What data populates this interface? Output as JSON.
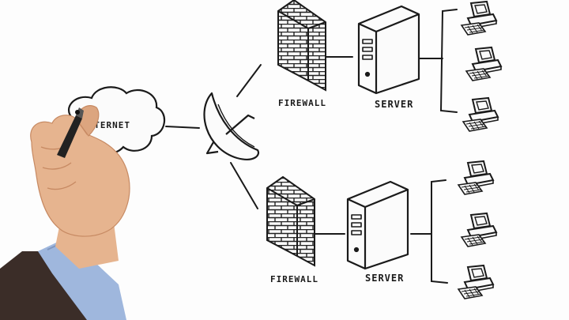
{
  "labels": {
    "internet": "INTERNET",
    "firewall_top": "FIREWALL",
    "server_top": "SERVER",
    "firewall_bottom": "FIREWALL",
    "server_bottom": "SERVER"
  },
  "colors": {
    "ink": "#1a1a1a",
    "background": "#fdfdfd",
    "skin": "#e6b48f",
    "skin_shadow": "#c78a63",
    "shirt_cuff": "#9fb7dd",
    "suit_sleeve": "#3b2d28"
  },
  "icons": [
    "cloud-icon",
    "satellite-dish-icon",
    "firewall-icon",
    "server-icon",
    "computer-icon",
    "marker-pen-icon",
    "hand-icon"
  ]
}
